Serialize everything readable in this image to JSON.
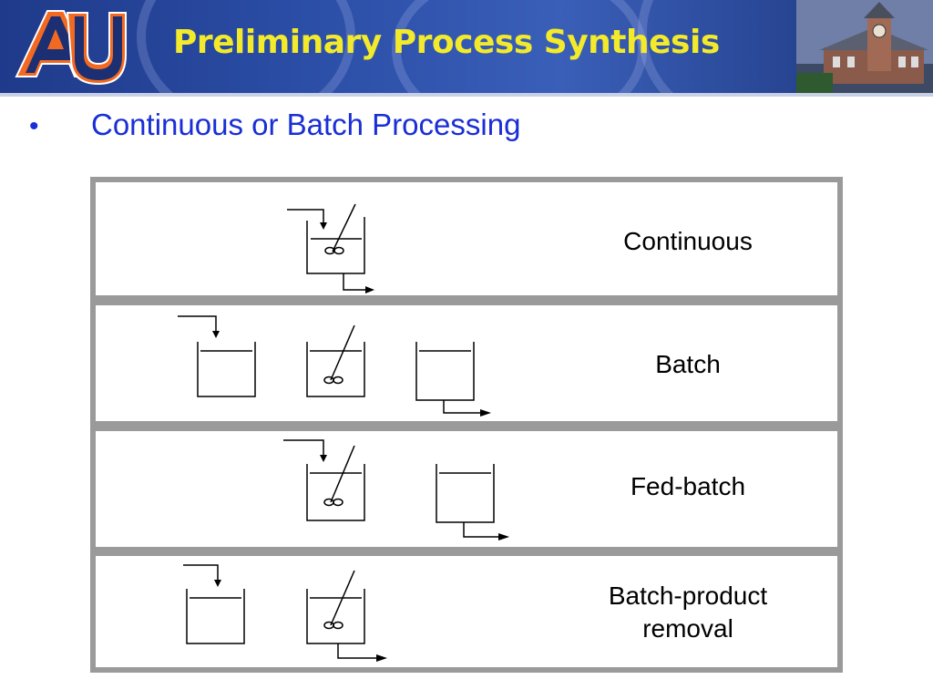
{
  "header": {
    "title": "Preliminary Process Synthesis",
    "title_color": "#f2ea2a",
    "logo_text": "AU",
    "background_color": "#2c4fa8"
  },
  "bullets": [
    {
      "symbol": "•",
      "text": "Continuous or Batch Processing"
    }
  ],
  "rows": [
    {
      "label": "Continuous"
    },
    {
      "label": "Batch"
    },
    {
      "label": "Fed-batch"
    },
    {
      "label": "Batch-product removal"
    }
  ],
  "colors": {
    "bullet_text": "#1a2ed6",
    "table_border": "#9a9a9a",
    "drawing": "#000000"
  }
}
